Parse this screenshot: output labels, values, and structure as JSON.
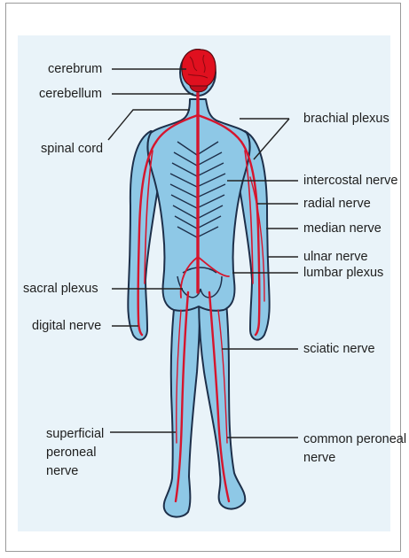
{
  "colors": {
    "panel_bg": "#e9f3f9",
    "body_fill": "#8ec8e6",
    "body_outline": "#1d2f4a",
    "nerve": "#d6152d",
    "brain": "#e0101f",
    "leader": "#222222"
  },
  "labels": {
    "cerebrum": "cerebrum",
    "cerebellum": "cerebellum",
    "spinal_cord": "spinal cord",
    "brachial_plexus": "brachial plexus",
    "intercostal_nerve": "intercostal nerve",
    "radial_nerve": "radial nerve",
    "median_nerve": "median nerve",
    "ulnar_nerve": "ulnar nerve",
    "lumbar_plexus": "lumbar plexus",
    "sacral_plexus": "sacral plexus",
    "digital_nerve": "digital nerve",
    "sciatic_nerve": "sciatic nerve",
    "superficial_peroneal_nerve": "superficial\nperoneal\nnerve",
    "common_peroneal_nerve": "common peroneal\nnerve"
  }
}
